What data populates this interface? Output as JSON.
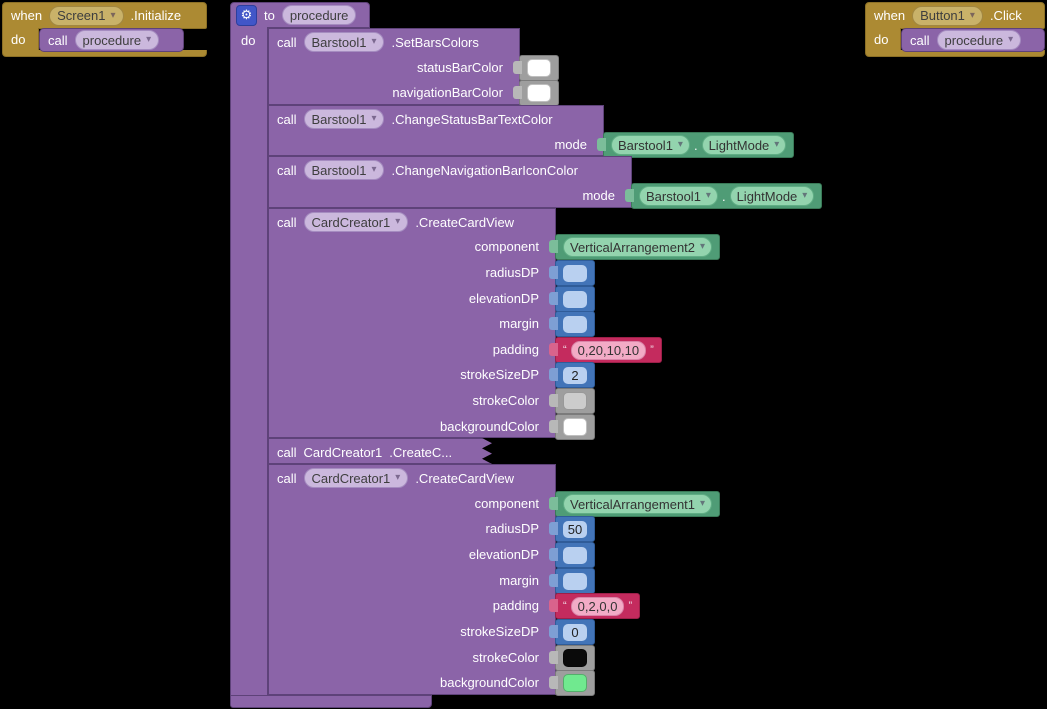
{
  "screen_block": {
    "when": "when",
    "component": "Screen1",
    "event": ".Initialize",
    "do_label": "do",
    "call_label": "call",
    "procedure": "procedure"
  },
  "button_block": {
    "when": "when",
    "component": "Button1",
    "event": ".Click",
    "do_label": "do",
    "call_label": "call",
    "procedure": "procedure"
  },
  "procedure_block": {
    "to_label": "to",
    "name": "procedure",
    "do_label": "do",
    "gear_icon": "⚙"
  },
  "colors": {
    "event_gold": "#ac8a33",
    "procedure_purple": "#8b64a8",
    "component_green": "#4f9c76",
    "math_blue": "#4274b8",
    "text_red": "#c42b5e",
    "color_block_gray": "#9e9e9e",
    "mutator_blue": "#4156c8",
    "canvas_bg": "#000000"
  },
  "statements": [
    {
      "call": "call",
      "component": "Barstool1",
      "method": ".SetBarsColors",
      "params": [
        {
          "label": "statusBarColor",
          "value": {
            "type": "color",
            "color": "#ffffff"
          }
        },
        {
          "label": "navigationBarColor",
          "value": {
            "type": "color",
            "color": "#ffffff"
          }
        }
      ]
    },
    {
      "call": "call",
      "component": "Barstool1",
      "method": ".ChangeStatusBarTextColor",
      "params": [
        {
          "label": "mode",
          "value": {
            "type": "helper",
            "component": "Barstool1",
            "option": "LightMode"
          }
        }
      ]
    },
    {
      "call": "call",
      "component": "Barstool1",
      "method": ".ChangeNavigationBarIconColor",
      "params": [
        {
          "label": "mode",
          "value": {
            "type": "helper",
            "component": "Barstool1",
            "option": "LightMode"
          }
        }
      ]
    },
    {
      "call": "call",
      "component": "CardCreator1",
      "method": ".CreateCardView",
      "params": [
        {
          "label": "component",
          "value": {
            "type": "component",
            "name": "VerticalArrangement2"
          }
        },
        {
          "label": "radiusDP",
          "value": {
            "type": "number",
            "text": ""
          }
        },
        {
          "label": "elevationDP",
          "value": {
            "type": "number",
            "text": ""
          }
        },
        {
          "label": "margin",
          "value": {
            "type": "number",
            "text": ""
          }
        },
        {
          "label": "padding",
          "value": {
            "type": "text",
            "text": "0,20,10,10"
          }
        },
        {
          "label": "strokeSizeDP",
          "value": {
            "type": "number",
            "text": "2"
          }
        },
        {
          "label": "strokeColor",
          "value": {
            "type": "color",
            "color": "#cccccc"
          }
        },
        {
          "label": "backgroundColor",
          "value": {
            "type": "color",
            "color": "#ffffff"
          }
        }
      ]
    },
    {
      "collapsed": true,
      "call": "call",
      "component": "CardCreator1",
      "method": ".CreateC...",
      "params": []
    },
    {
      "call": "call",
      "component": "CardCreator1",
      "method": ".CreateCardView",
      "params": [
        {
          "label": "component",
          "value": {
            "type": "component",
            "name": "VerticalArrangement1"
          }
        },
        {
          "label": "radiusDP",
          "value": {
            "type": "number",
            "text": "50"
          }
        },
        {
          "label": "elevationDP",
          "value": {
            "type": "number",
            "text": ""
          }
        },
        {
          "label": "margin",
          "value": {
            "type": "number",
            "text": ""
          }
        },
        {
          "label": "padding",
          "value": {
            "type": "text",
            "text": "0,2,0,0"
          }
        },
        {
          "label": "strokeSizeDP",
          "value": {
            "type": "number",
            "text": "0"
          }
        },
        {
          "label": "strokeColor",
          "value": {
            "type": "color",
            "color": "#0a0a0a"
          }
        },
        {
          "label": "backgroundColor",
          "value": {
            "type": "color",
            "color": "#70e98f"
          }
        }
      ]
    }
  ],
  "quote_open": "“",
  "quote_close": "”",
  "dropdown_arrow": "▾"
}
